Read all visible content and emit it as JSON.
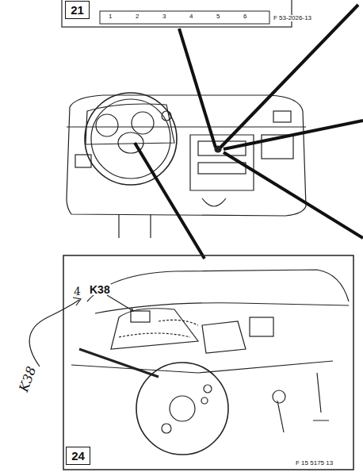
{
  "diagram": {
    "nodes": [
      {
        "text": [
          "21"
        ]
      },
      {
        "text": [
          "24"
        ]
      }
    ],
    "labels": [
      "1",
      "2",
      "3",
      "4",
      "5",
      "6",
      "F 53-2026-13",
      "K38",
      "4",
      "K38",
      "F 15 5175 13"
    ]
  }
}
